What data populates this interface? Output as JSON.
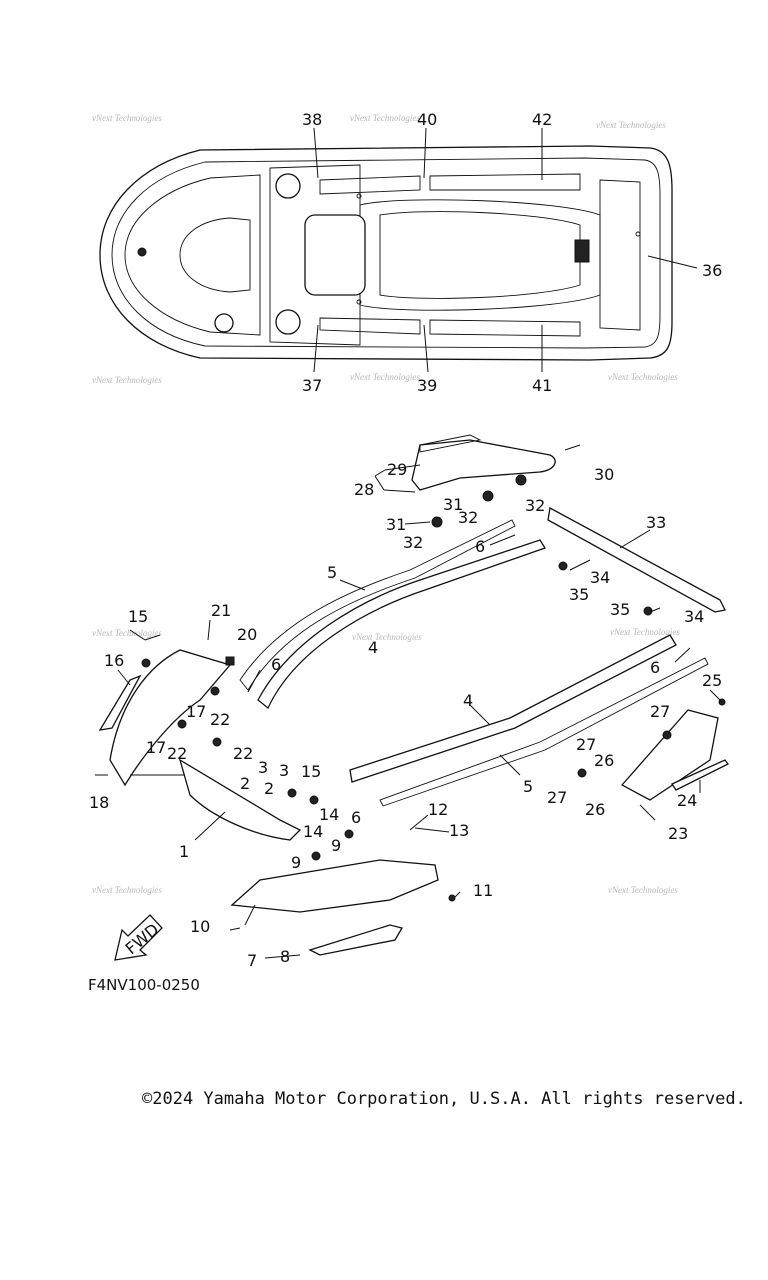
{
  "diagram_code": "F4NV100-0250",
  "copyright": "©2024 Yamaha Motor Corporation, U.S.A. All rights reserved.",
  "watermark": "vNext Technologies",
  "fwd_label": "FWD",
  "callouts": {
    "c1": "1",
    "c2a": "2",
    "c2b": "2",
    "c3a": "3",
    "c3b": "3",
    "c4a": "4",
    "c4b": "4",
    "c5a": "5",
    "c5b": "5",
    "c6a": "6",
    "c6b": "6",
    "c6c": "6",
    "c6d": "6",
    "c7": "7",
    "c8": "8",
    "c9a": "9",
    "c9b": "9",
    "c10": "10",
    "c11": "11",
    "c12": "12",
    "c13": "13",
    "c14a": "14",
    "c14b": "14",
    "c15a": "15",
    "c15b": "15",
    "c16": "16",
    "c17a": "17",
    "c17b": "17",
    "c18": "18",
    "c20": "20",
    "c21": "21",
    "c22a": "22",
    "c22b": "22",
    "c22c": "22",
    "c23": "23",
    "c24": "24",
    "c25": "25",
    "c26a": "26",
    "c26b": "26",
    "c27a": "27",
    "c27b": "27",
    "c27c": "27",
    "c28": "28",
    "c29": "29",
    "c30": "30",
    "c31a": "31",
    "c31b": "31",
    "c32a": "32",
    "c32b": "32",
    "c32c": "32",
    "c33": "33",
    "c34a": "34",
    "c34b": "34",
    "c35a": "35",
    "c35b": "35",
    "c36": "36",
    "c37": "37",
    "c38": "38",
    "c39": "39",
    "c40": "40",
    "c41": "41",
    "c42": "42"
  }
}
